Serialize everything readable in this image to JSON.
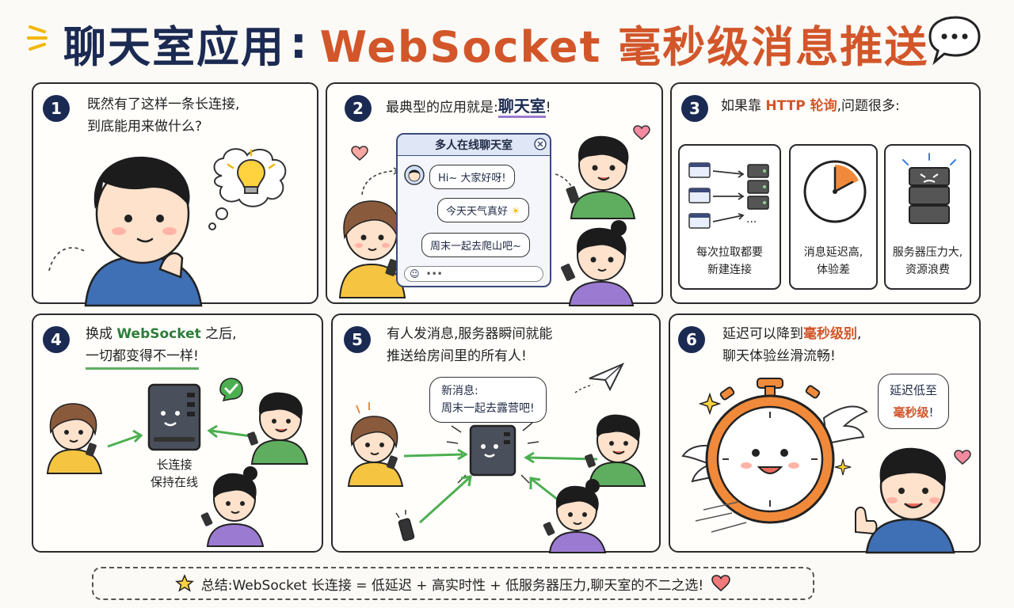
{
  "header": {
    "title_main": "聊天室应用",
    "title_colon": ":",
    "title_highlight": "WebSocket 毫秒级消息推送"
  },
  "panel1": {
    "num": "1",
    "line1": "既然有了这样一条长连接,",
    "line2": "到底能用来做什么?"
  },
  "panel2": {
    "num": "2",
    "text_prefix": "最典型的应用就是:",
    "text_highlight": "聊天室",
    "text_suffix": "!",
    "chat_title": "多人在线聊天室",
    "messages": [
      "Hi~ 大家好呀!",
      "今天天气真好",
      "周末一起去爬山吧~"
    ],
    "input_dots": "•••"
  },
  "panel3": {
    "num": "3",
    "text_prefix": "如果靠 ",
    "text_highlight": "HTTP 轮询",
    "text_suffix": ",问题很多:",
    "cards": [
      {
        "line1": "每次拉取都要",
        "line2": "新建连接"
      },
      {
        "line1": "消息延迟高,",
        "line2": "体验差"
      },
      {
        "line1": "服务器压力大,",
        "line2": "资源浪费"
      }
    ],
    "ellipsis": "..."
  },
  "panel4": {
    "num": "4",
    "line1_prefix": "换成 ",
    "line1_highlight": "WebSocket",
    "line1_suffix": " 之后,",
    "line2": "一切都变得不一样!",
    "server_label1": "长连接",
    "server_label2": "保持在线"
  },
  "panel5": {
    "num": "5",
    "line1": "有人发消息,服务器瞬间就能",
    "line2": "推送给房间里的所有人!",
    "bubble_line1": "新消息:",
    "bubble_line2": "周末一起去露营吧!"
  },
  "panel6": {
    "num": "6",
    "line1_prefix": "延迟可以降到",
    "line1_highlight": "毫秒级别",
    "line1_suffix": ",",
    "line2": "聊天体验丝滑流畅!",
    "bubble_line1": "延迟低至",
    "bubble_highlight": "毫秒级",
    "bubble_suffix": "!"
  },
  "summary": {
    "text": "总结:WebSocket 长连接 = 低延迟 + 高实时性 + 低服务器压力,聊天室的不二之选!"
  },
  "colors": {
    "navy": "#1b2a52",
    "orange": "#d2562a",
    "green": "#2e7d3b"
  },
  "icons": [
    "lightbulb-icon",
    "speech-bubble-icon",
    "star-icon",
    "heart-icon",
    "check-icon",
    "paper-plane-icon",
    "server-icon",
    "stopwatch-icon",
    "browser-window-icon",
    "clock-icon"
  ]
}
